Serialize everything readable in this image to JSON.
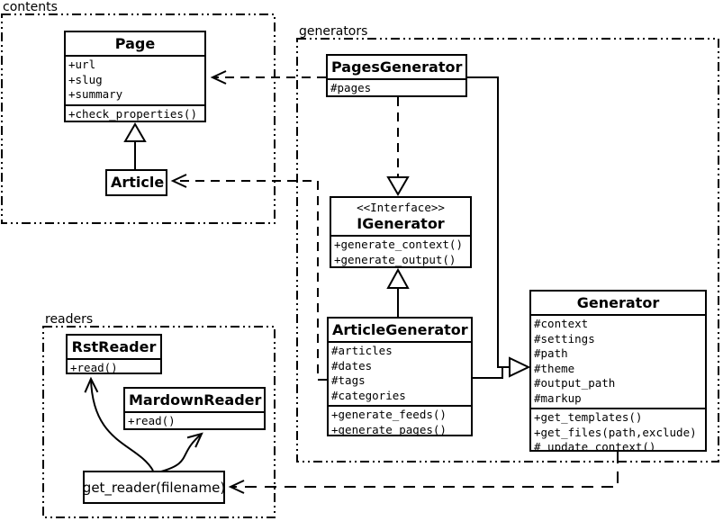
{
  "packages": {
    "contents": {
      "label": "contents"
    },
    "generators": {
      "label": "generators"
    },
    "readers": {
      "label": "readers"
    }
  },
  "classes": {
    "page": {
      "name": "Page",
      "attributes": [
        "+url",
        "+slug",
        "+summary"
      ],
      "methods": [
        "+check_properties()"
      ]
    },
    "article": {
      "name": "Article"
    },
    "pages_generator": {
      "name": "PagesGenerator",
      "attributes": [
        "#pages"
      ]
    },
    "igenerator": {
      "stereotype": "<<Interface>>",
      "name": "IGenerator",
      "methods": [
        "+generate_context()",
        "+generate_output()"
      ]
    },
    "article_generator": {
      "name": "ArticleGenerator",
      "attributes": [
        "#articles",
        "#dates",
        "#tags",
        "#categories"
      ],
      "methods": [
        "+generate_feeds()",
        "+generate_pages()"
      ]
    },
    "generator": {
      "name": "Generator",
      "attributes": [
        "#context",
        "#settings",
        "#path",
        "#theme",
        "#output_path",
        "#markup"
      ],
      "methods": [
        "+get_templates()",
        "+get_files(path,exclude)",
        "#_update_context()"
      ]
    },
    "rst_reader": {
      "name": "RstReader",
      "methods": [
        "+read()"
      ]
    },
    "mardown_reader": {
      "name": "MardownReader",
      "methods": [
        "+read()"
      ]
    }
  },
  "functions": {
    "get_reader": {
      "label": "get_reader(filename)"
    }
  },
  "relationships": [
    {
      "from": "Article",
      "to": "Page",
      "type": "generalization",
      "line": "solid-hollow-triangle"
    },
    {
      "from": "PagesGenerator",
      "to": "Page",
      "type": "dependency",
      "line": "dashed-open-arrow"
    },
    {
      "from": "ArticleGenerator",
      "to": "Article",
      "type": "dependency",
      "line": "dashed-open-arrow"
    },
    {
      "from": "PagesGenerator",
      "to": "IGenerator",
      "type": "realization",
      "line": "dashed-hollow-triangle"
    },
    {
      "from": "ArticleGenerator",
      "to": "IGenerator",
      "type": "realization",
      "line": "solid-hollow-triangle"
    },
    {
      "from": "PagesGenerator",
      "to": "Generator",
      "type": "generalization",
      "line": "solid-hollow-triangle"
    },
    {
      "from": "ArticleGenerator",
      "to": "Generator",
      "type": "generalization",
      "line": "solid-hollow-triangle"
    },
    {
      "from": "Generator",
      "to": "get_reader(filename)",
      "type": "dependency",
      "line": "dashed-open-arrow"
    },
    {
      "from": "get_reader(filename)",
      "to": "RstReader",
      "type": "arrow",
      "line": "curved-open-arrow"
    },
    {
      "from": "get_reader(filename)",
      "to": "MardownReader",
      "type": "arrow",
      "line": "curved-open-arrow"
    }
  ],
  "colors": {
    "line": "#000000",
    "background": "#ffffff",
    "box_fill": "#ffffff"
  }
}
